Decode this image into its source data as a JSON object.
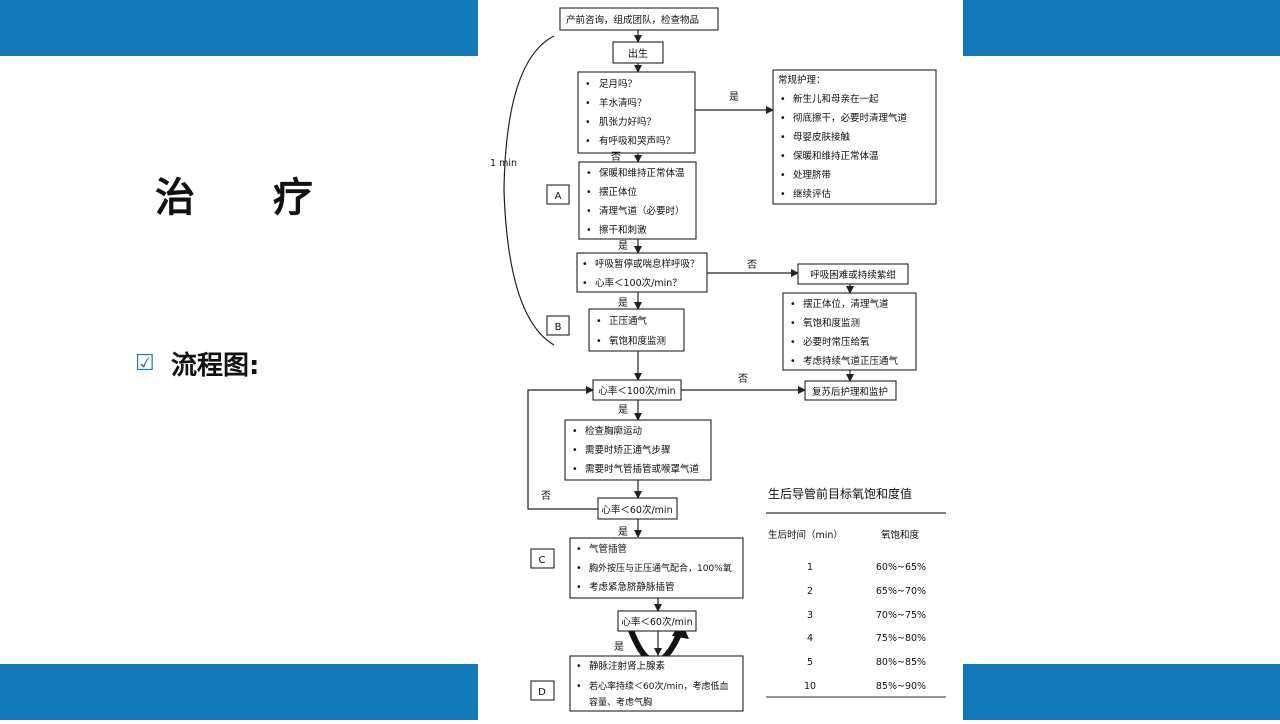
{
  "slide": {
    "title": "治 疗",
    "bullet_text": "流程图:",
    "band_color": "#1479b8"
  },
  "flowchart": {
    "top_box": "产前咨询，组成团队，检查物品",
    "birth": "出生",
    "assess": [
      "足月吗？",
      "羊水清吗？",
      "肌张力好吗？",
      "有呼吸和哭声吗？"
    ],
    "yes": "是",
    "no": "否",
    "routine_title": "常规护理：",
    "routine": [
      "新生儿和母亲在一起",
      "彻底擦干，必要时清理气道",
      "母婴皮肤接触",
      "保暖和维持正常体温",
      "处理脐带",
      "继续评估"
    ],
    "time_label": "1 min",
    "label_a": "A",
    "label_b": "B",
    "label_c": "C",
    "label_d": "D",
    "a_steps": [
      "保暖和维持正常体温",
      "摆正体位",
      "清理气道（必要时）",
      "擦干和刺激"
    ],
    "q_apnea": [
      "呼吸暂停或喘息样呼吸？",
      "心率＜100次/min？"
    ],
    "labored": "呼吸困难或持续紫绀",
    "labored_steps": [
      "摆正体位，清理气道",
      "氧饱和度监测",
      "必要时常压给氧",
      "考虑持续气道正压通气"
    ],
    "b_steps": [
      "正压通气",
      "氧饱和度监测"
    ],
    "hr100": "心率＜100次/min",
    "post_care": "复苏后护理和监护",
    "check_steps": [
      "检查胸廓运动",
      "需要时矫正通气步骤",
      "需要时气管插管或喉罩气道"
    ],
    "hr60": "心率＜60次/min",
    "c_steps": [
      "气管插管",
      "胸外按压与正压通气配合，100%氧",
      "考虑紧急脐静脉插管"
    ],
    "hr60b": "心率＜60次/min",
    "d_steps": [
      "静脉注射肾上腺素",
      "若心率持续＜60次/min，考虑低血",
      "容量、考虑气胸"
    ]
  },
  "spo2_table": {
    "title": "生后导管前目标氧饱和度值",
    "headers": [
      "生后时间（min）",
      "氧饱和度"
    ],
    "rows": [
      [
        "1",
        "60%~65%"
      ],
      [
        "2",
        "65%~70%"
      ],
      [
        "3",
        "70%~75%"
      ],
      [
        "4",
        "75%~80%"
      ],
      [
        "5",
        "80%~85%"
      ],
      [
        "10",
        "85%~90%"
      ]
    ]
  }
}
